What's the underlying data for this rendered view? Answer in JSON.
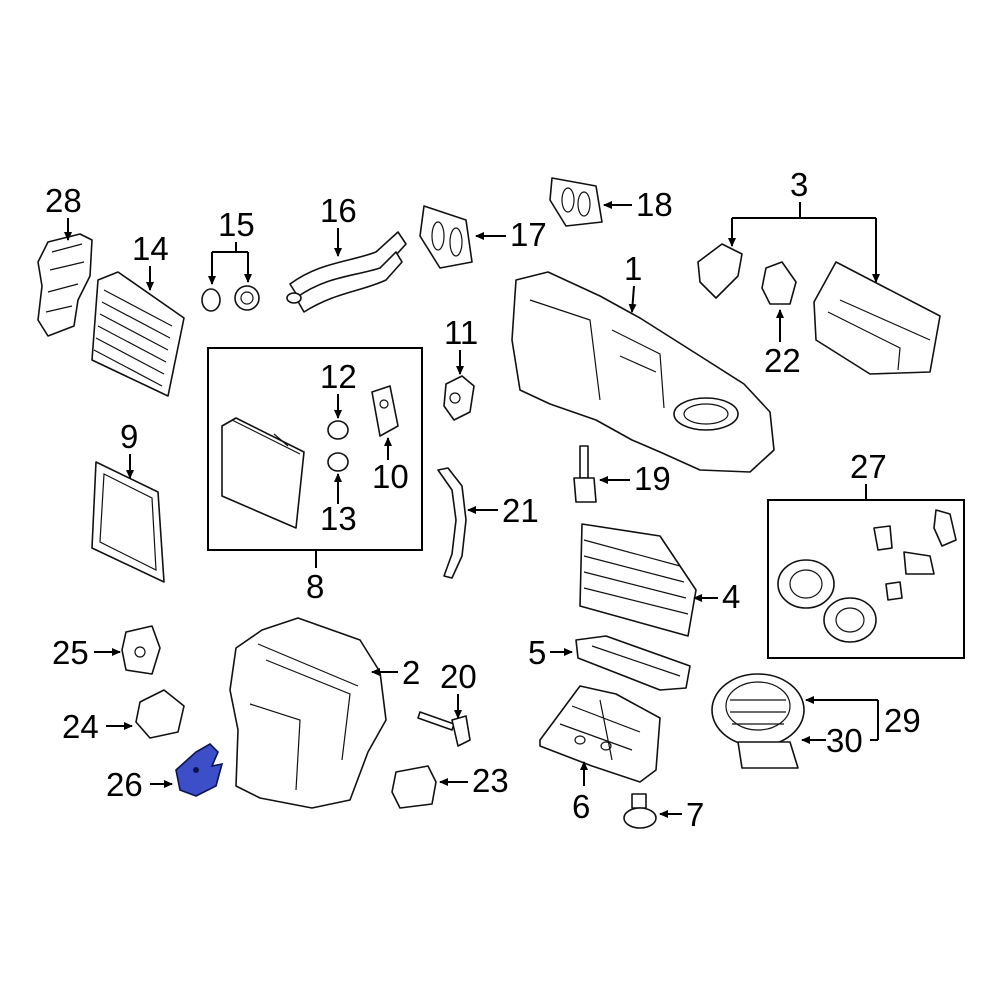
{
  "diagram": {
    "highlight_color": "#3d4fc8",
    "callouts": {
      "c1": "1",
      "c2": "2",
      "c3": "3",
      "c4": "4",
      "c5": "5",
      "c6": "6",
      "c7": "7",
      "c8": "8",
      "c9": "9",
      "c10": "10",
      "c11": "11",
      "c12": "12",
      "c13": "13",
      "c14": "14",
      "c15": "15",
      "c16": "16",
      "c17": "17",
      "c18": "18",
      "c19": "19",
      "c20": "20",
      "c21": "21",
      "c22": "22",
      "c23": "23",
      "c24": "24",
      "c25": "25",
      "c26": "26",
      "c27": "27",
      "c28": "28",
      "c29": "29",
      "c30": "30"
    }
  }
}
